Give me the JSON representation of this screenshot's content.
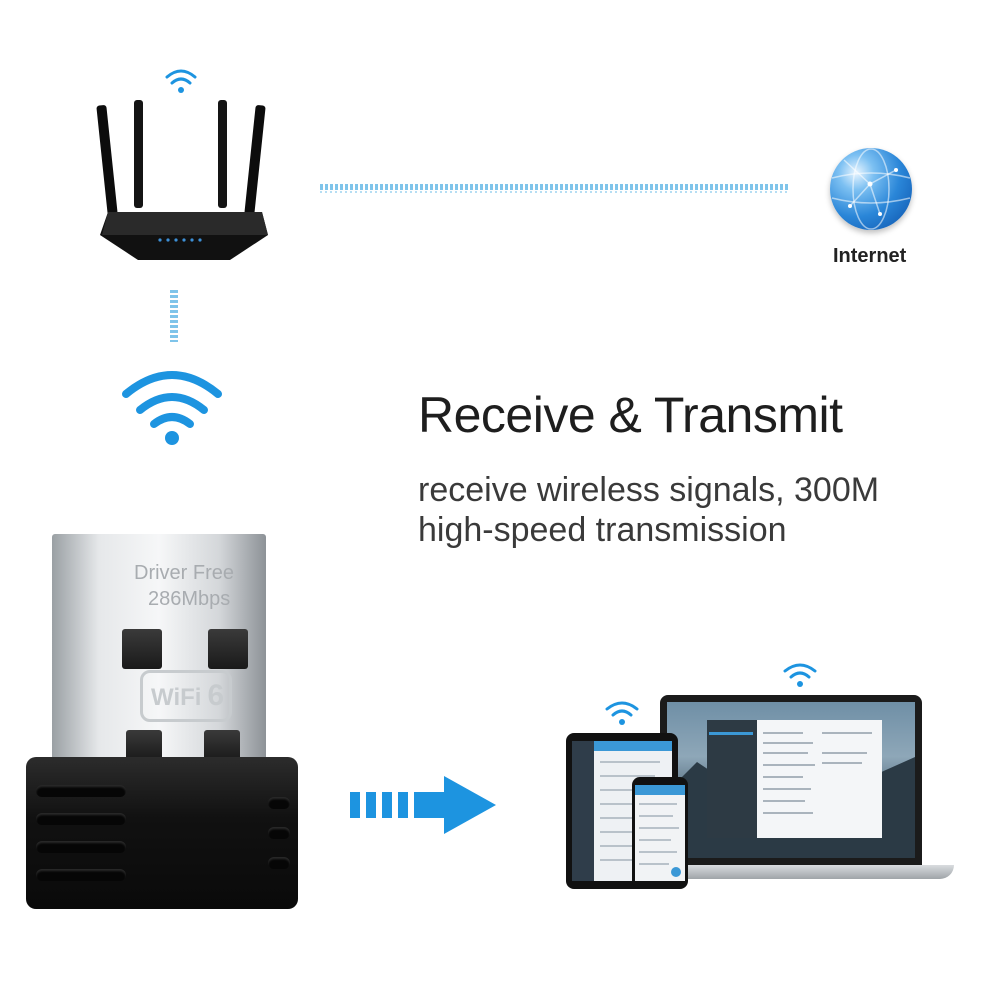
{
  "headline": "Receive & Transmit",
  "subline": {
    "line1": "receive wireless signals, 300M",
    "line2": "high-speed transmission"
  },
  "internet_label": "Internet",
  "usb": {
    "line1": "Driver Free",
    "line2": "286Mbps",
    "badge_letters": "WiFi",
    "badge_number": "6"
  },
  "colors": {
    "accent": "#1d94e0",
    "dots": "#7fc4ea",
    "text_dark": "#1e1e1e"
  },
  "icons": [
    "wifi-icon",
    "router-icon",
    "globe-icon",
    "usb-adapter-icon",
    "arrow-right-icon",
    "laptop-icon",
    "tablet-icon",
    "phone-icon"
  ]
}
